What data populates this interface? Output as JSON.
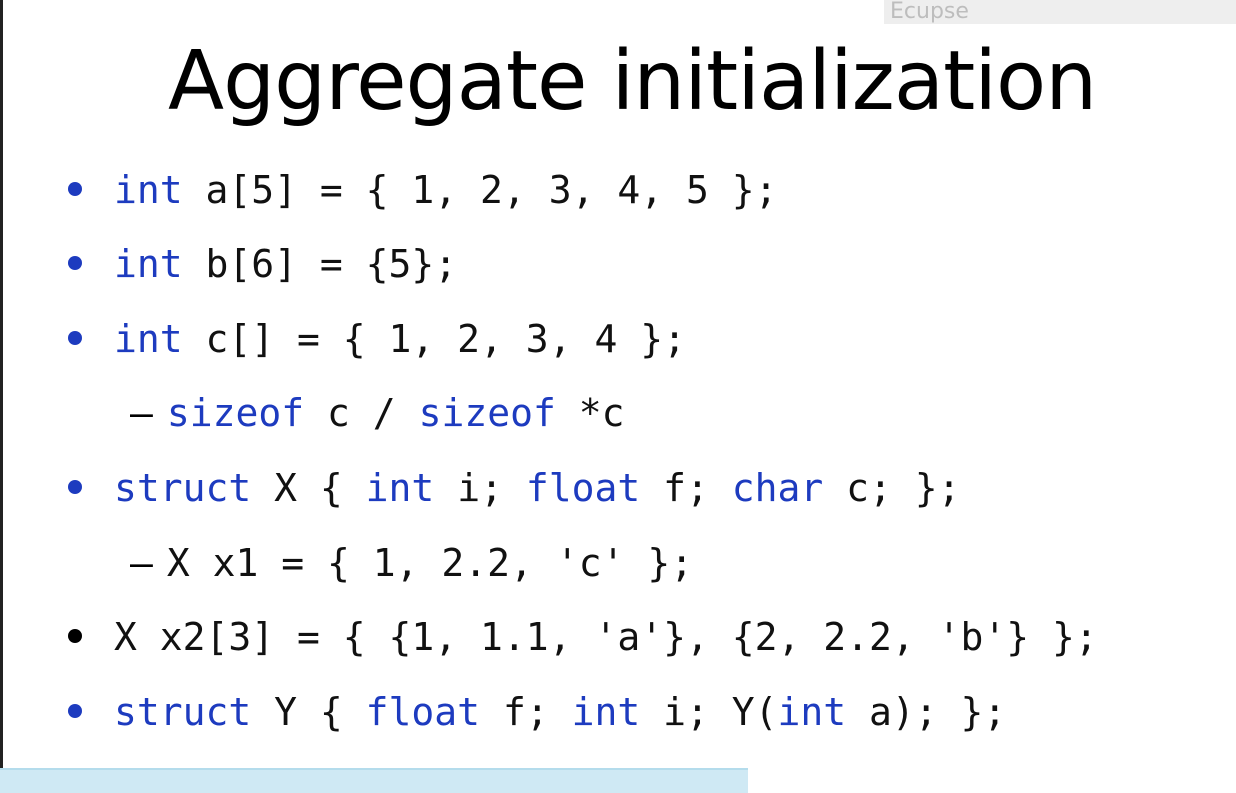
{
  "watermark": "Ecupse",
  "title": "Aggregate initialization",
  "colors": {
    "keyword": "#1d3bbf",
    "bullet_blue": "#1d3bbf",
    "bullet_black": "#000000",
    "text": "#111111"
  },
  "lines": [
    {
      "marker": "bullet-blue",
      "parts": [
        {
          "t": "int",
          "kw": true
        },
        {
          "t": " a[5] = { 1, 2, 3, 4, 5 };",
          "kw": false
        }
      ]
    },
    {
      "marker": "bullet-blue",
      "parts": [
        {
          "t": "int",
          "kw": true
        },
        {
          "t": " b[6] = {5};",
          "kw": false
        }
      ]
    },
    {
      "marker": "bullet-blue",
      "parts": [
        {
          "t": "int",
          "kw": true
        },
        {
          "t": " c[] = { 1, 2, 3, 4 };",
          "kw": false
        }
      ]
    },
    {
      "marker": "dash",
      "dash": "–",
      "parts": [
        {
          "t": "sizeof",
          "kw": true
        },
        {
          "t": " c / ",
          "kw": false
        },
        {
          "t": "sizeof",
          "kw": true
        },
        {
          "t": " *c",
          "kw": false
        }
      ]
    },
    {
      "marker": "bullet-blue",
      "parts": [
        {
          "t": "struct",
          "kw": true
        },
        {
          "t": " X { ",
          "kw": false
        },
        {
          "t": "int",
          "kw": true
        },
        {
          "t": " i; ",
          "kw": false
        },
        {
          "t": "float",
          "kw": true
        },
        {
          "t": " f; ",
          "kw": false
        },
        {
          "t": "char",
          "kw": true
        },
        {
          "t": " c; };",
          "kw": false
        }
      ]
    },
    {
      "marker": "dash",
      "dash": "–",
      "parts": [
        {
          "t": "X x1 = { 1, 2.2, 'c' };",
          "kw": false
        }
      ]
    },
    {
      "marker": "bullet-black",
      "parts": [
        {
          "t": "X x2[3] = { {1, 1.1, 'a'}, {2, 2.2, 'b'} };",
          "kw": false
        }
      ]
    },
    {
      "marker": "bullet-blue",
      "parts": [
        {
          "t": "struct",
          "kw": true
        },
        {
          "t": " Y { ",
          "kw": false
        },
        {
          "t": "float",
          "kw": true
        },
        {
          "t": " f; ",
          "kw": false
        },
        {
          "t": "int",
          "kw": true
        },
        {
          "t": " i; Y(",
          "kw": false
        },
        {
          "t": "int",
          "kw": true
        },
        {
          "t": " a); };",
          "kw": false
        }
      ]
    }
  ]
}
